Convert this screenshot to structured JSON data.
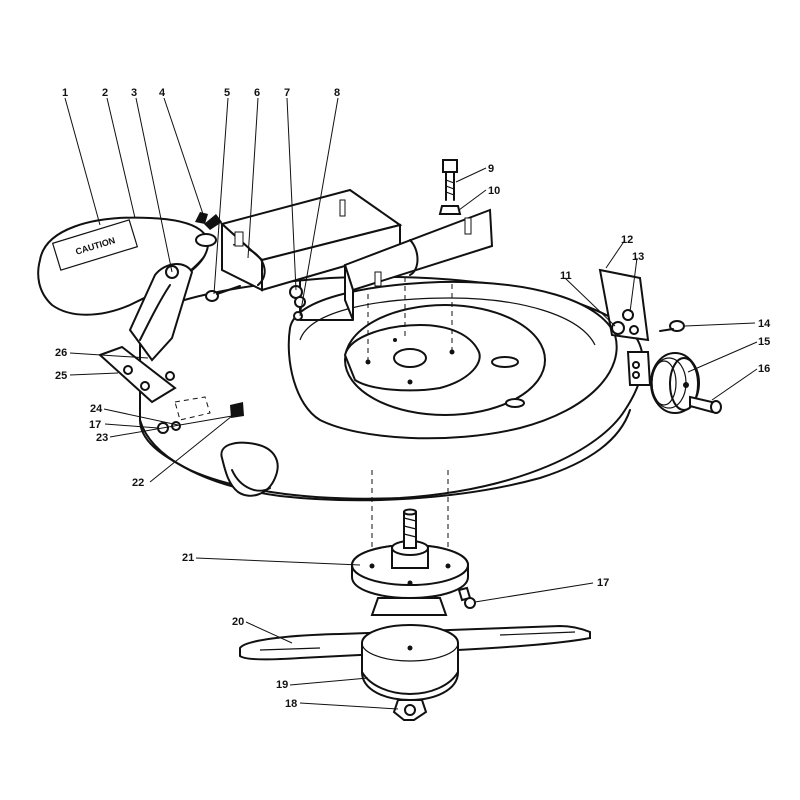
{
  "caution_label": "CAUTION",
  "callouts": [
    {
      "id": "c1",
      "label": "1"
    },
    {
      "id": "c2",
      "label": "2"
    },
    {
      "id": "c3",
      "label": "3"
    },
    {
      "id": "c4",
      "label": "4"
    },
    {
      "id": "c5",
      "label": "5"
    },
    {
      "id": "c6",
      "label": "6"
    },
    {
      "id": "c7",
      "label": "7"
    },
    {
      "id": "c8",
      "label": "8"
    },
    {
      "id": "c9",
      "label": "9"
    },
    {
      "id": "c10",
      "label": "10"
    },
    {
      "id": "c11",
      "label": "11"
    },
    {
      "id": "c12",
      "label": "12"
    },
    {
      "id": "c13",
      "label": "13"
    },
    {
      "id": "c14",
      "label": "14"
    },
    {
      "id": "c15",
      "label": "15"
    },
    {
      "id": "c16",
      "label": "16"
    },
    {
      "id": "c17a",
      "label": "17"
    },
    {
      "id": "c17b",
      "label": "17"
    },
    {
      "id": "c18",
      "label": "18"
    },
    {
      "id": "c19",
      "label": "19"
    },
    {
      "id": "c20",
      "label": "20"
    },
    {
      "id": "c21",
      "label": "21"
    },
    {
      "id": "c22",
      "label": "22"
    },
    {
      "id": "c23",
      "label": "23"
    },
    {
      "id": "c24",
      "label": "24"
    },
    {
      "id": "c25",
      "label": "25"
    },
    {
      "id": "c26",
      "label": "26"
    }
  ]
}
